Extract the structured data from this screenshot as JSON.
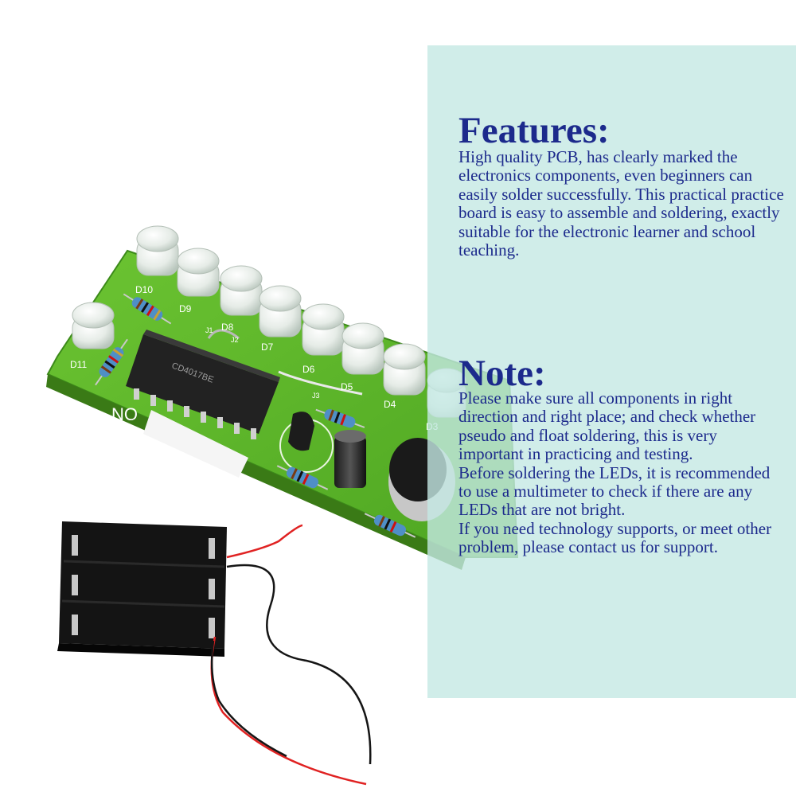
{
  "features": {
    "heading": "Features:",
    "text": "High quality PCB, has clearly marked the electronics components, even beginners can easily solder successfully. This practical practice board is easy to assemble and soldering, exactly suitable for the electronic learner and school teaching."
  },
  "note": {
    "heading": "Note:",
    "paragraphs": [
      "Please make sure all components in right direction and right place; and check whether pseudo and float soldering, this is very important in practicing and testing.",
      "Before soldering the LEDs, it is recommended to use a multimeter to check if there are any LEDs that are not bright.",
      "If you need technology supports, or meet other problem, please contact us for support."
    ]
  },
  "pcb": {
    "led_labels": [
      "D11",
      "D10",
      "D9",
      "D8",
      "D7",
      "D6",
      "D5",
      "D4",
      "D3"
    ],
    "jumper_labels": [
      "J1",
      "J2",
      "J3"
    ],
    "no_label": "NO",
    "ic_marking": "CD4017BE"
  },
  "colors": {
    "panel": "#c4e8e3",
    "heading_text": "#1c2a8c",
    "pcb_green": "#5cb82a",
    "led_clear": "#eef3ee"
  }
}
